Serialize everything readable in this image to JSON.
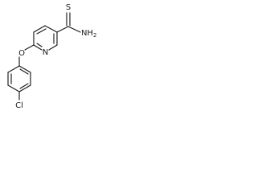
{
  "molecule": {
    "atoms": {
      "thione_s": "S",
      "amide_n": "N",
      "amide_h": "H",
      "amide_h_count": "2",
      "ring_n": "N",
      "ether_o": "O",
      "cl_c": "C",
      "cl_l": "l"
    }
  }
}
